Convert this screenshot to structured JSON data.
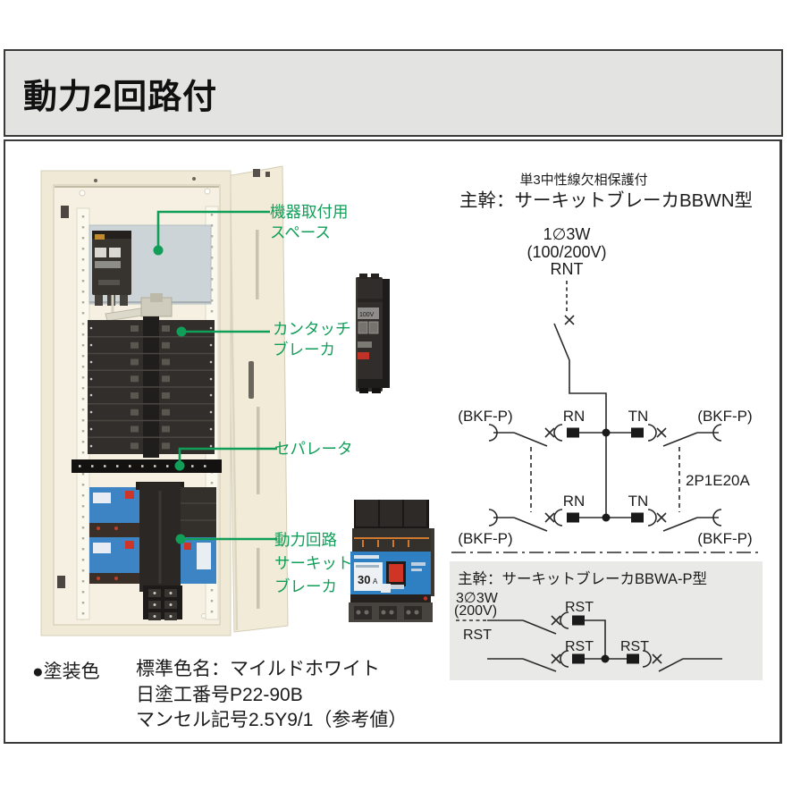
{
  "header": {
    "title": "動力2回路付"
  },
  "callouts": {
    "mounting_space": [
      "機器取付用",
      "スペース"
    ],
    "kantouch_breaker": [
      "カンタッチ",
      "ブレーカ"
    ],
    "separator": "セパレータ",
    "power_circuit": [
      "動力回路",
      "サーキット",
      "ブレーカ"
    ]
  },
  "products": {
    "kantouch_label": "100V",
    "mccb_current": "30",
    "mccb_unit": "A"
  },
  "diagram_bbwn": {
    "protection_note": "単3中性線欠相保護付",
    "title": "主幹：サーキットブレーカBBWN型",
    "source": [
      "1∅3W",
      "(100/200V)",
      "RNT"
    ],
    "branch_rating": "2P1E20A",
    "rows": [
      {
        "left_device": "(BKF-P)",
        "left_pole": "RN",
        "right_pole": "TN",
        "right_device": "(BKF-P)"
      },
      {
        "left_device": "(BKF-P)",
        "left_pole": "RN",
        "right_pole": "TN",
        "right_device": "(BKF-P)"
      }
    ]
  },
  "diagram_bbwa": {
    "title": "主幹：サーキットブレーカBBWA-P型",
    "source": [
      "3∅3W",
      "(200V)",
      "RST"
    ],
    "poles": {
      "upper": "RST",
      "lower_left": "RST",
      "lower_right": "RST"
    }
  },
  "paint_info": {
    "heading": "●塗装色",
    "lines": [
      "標準色名：マイルドホワイト",
      "日塗工番号P22-90B",
      "マンセル記号2.5Y9/1（参考値）"
    ]
  },
  "colors": {
    "accent_green": "#119e58",
    "panel_cream": "#efe9d5",
    "breaker_dark": "#33302c",
    "breaker_blue": "#3c84c4",
    "plate_gray": "#ccd4d8",
    "header_bg": "#e3e3e1",
    "diagram_box_bg": "#e9e9e7"
  }
}
